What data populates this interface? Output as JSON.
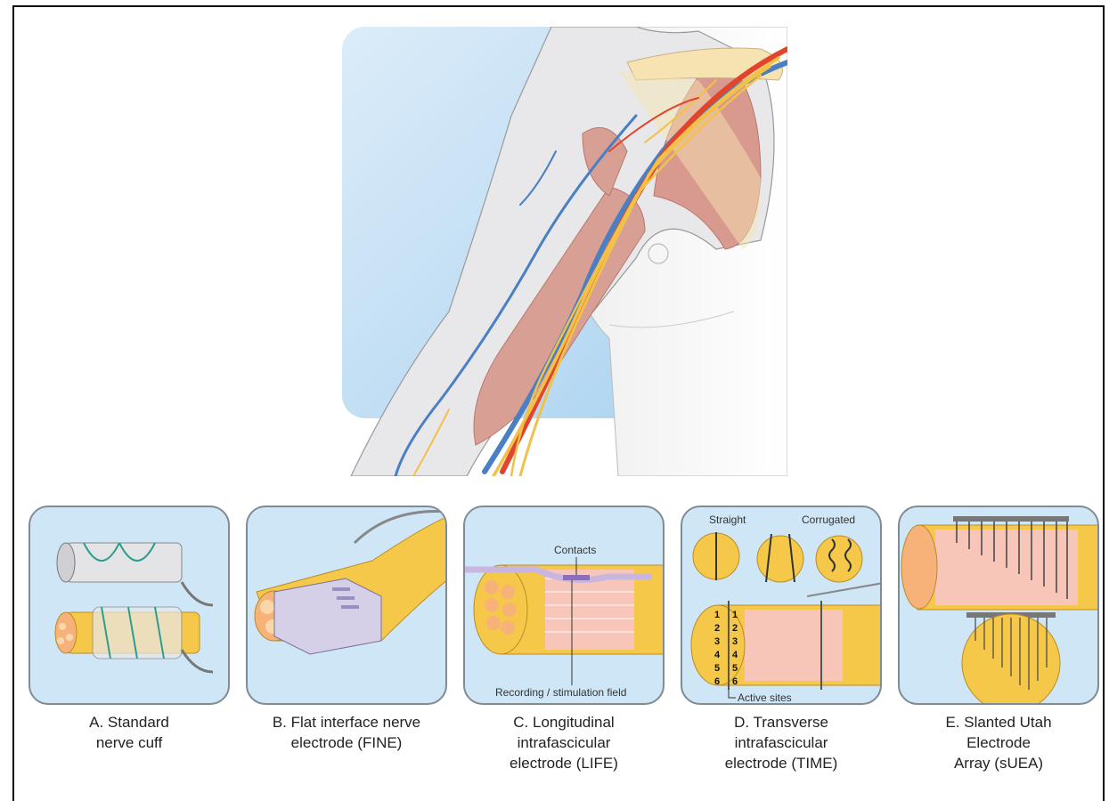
{
  "panels": [
    {
      "id": "A",
      "caption": [
        "A. Standard",
        "nerve cuff"
      ]
    },
    {
      "id": "B",
      "caption": [
        "B. Flat interface nerve",
        "electrode (FINE)"
      ]
    },
    {
      "id": "C",
      "caption": [
        "C. Longitudinal",
        "intrafascicular",
        "electrode (LIFE)"
      ],
      "labels": {
        "contacts": "Contacts",
        "field": "Recording / stimulation field"
      }
    },
    {
      "id": "D",
      "caption": [
        "D. Transverse",
        "intrafascicular",
        "electrode (TIME)"
      ],
      "labels": {
        "straight": "Straight",
        "corrugated": "Corrugated",
        "active": "Active sites"
      },
      "site_numbers": [
        "1",
        "2",
        "3",
        "4",
        "5",
        "6"
      ]
    },
    {
      "id": "E",
      "caption": [
        "E. Slanted Utah",
        "Electrode",
        "Array (sUEA)"
      ]
    }
  ],
  "colors": {
    "panel_bg": "#cfe6f6",
    "nerve": "#f6c84a",
    "fascicle": "#f7b27a",
    "artery": "#e2452c",
    "vein": "#4a7fc4",
    "muscle": "#d89a8e"
  }
}
